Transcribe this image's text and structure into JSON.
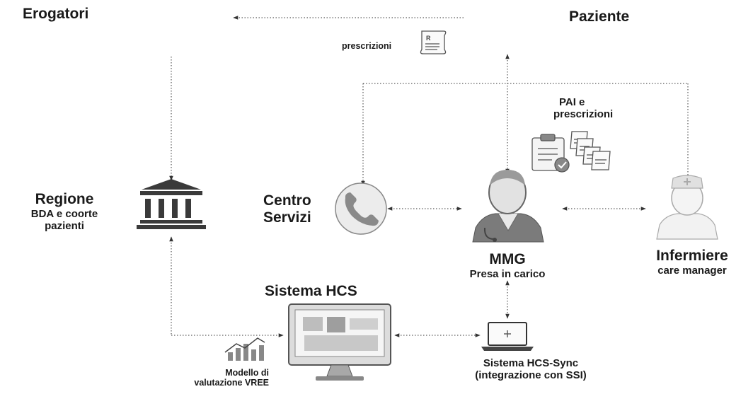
{
  "nodes": {
    "erogatori": {
      "label": "Erogatori"
    },
    "paziente": {
      "label": "Paziente"
    },
    "regione": {
      "title": "Regione",
      "line1": "BDA e coorte",
      "line2": "pazienti"
    },
    "centro_servizi": {
      "line1": "Centro",
      "line2": "Servizi"
    },
    "mmg": {
      "title": "MMG",
      "subtitle": "Presa in carico"
    },
    "infermiere": {
      "title": "Infermiere",
      "subtitle": "care manager"
    },
    "sistema_hcs": {
      "label": "Sistema HCS"
    },
    "hcs_sync": {
      "line1": "Sistema HCS-Sync",
      "line2": "(integrazione con SSI)"
    },
    "modello": {
      "line1": "Modello di",
      "line2": "valutazione VREE"
    }
  },
  "annotations": {
    "prescrizioni": "prescrizioni",
    "pai_line1": "PAI e",
    "pai_line2": "prescrizioni"
  },
  "icons": {
    "regione": "government-building-icon",
    "centro_servizi": "telephone-icon",
    "mmg": "doctor-icon",
    "infermiere": "nurse-icon",
    "sistema_hcs": "desktop-monitor-icon",
    "hcs_sync": "laptop-icon",
    "modello": "growth-chart-icon",
    "prescrizioni": "prescription-icon",
    "pai": "clipboard-prescriptions-icon"
  },
  "colors": {
    "ink": "#1a1a1a",
    "line": "#333333",
    "icon": "#666666",
    "icon_light": "#9a9a9a"
  }
}
